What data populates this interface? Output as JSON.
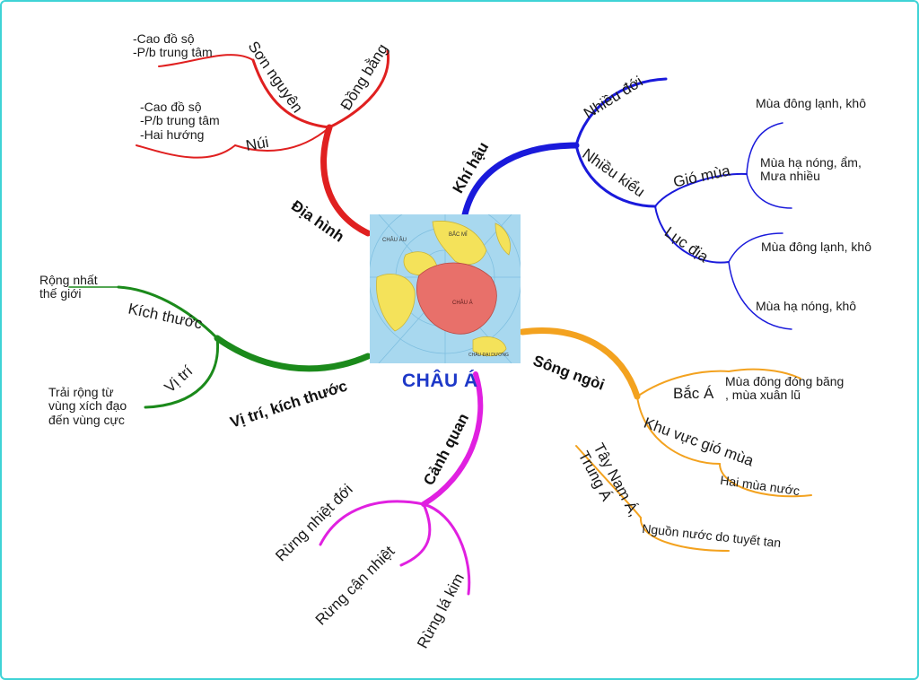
{
  "center": {
    "title": "CHÂU Á"
  },
  "colors": {
    "dia_hinh": "#e02020",
    "khi_hau": "#1a1adb",
    "song_ngoi": "#f3a21f",
    "canh_quan": "#e020e0",
    "vi_tri": "#1b8a1b",
    "frame": "#3fd3d6"
  },
  "branches": {
    "dia_hinh": {
      "label": "Địa hình",
      "son_nguyen": {
        "label": "Sơn nguyên",
        "notes": "-Cao đồ sộ\n-P/b trung tâm"
      },
      "dong_bang": {
        "label": "Đồng bằng"
      },
      "nui": {
        "label": "Núi",
        "notes": "-Cao đồ sộ\n-P/b trung tâm\n-Hai hướng"
      }
    },
    "khi_hau": {
      "label": "Khí hậu",
      "nhieu_doi": {
        "label": "Nhiều đới"
      },
      "nhieu_kieu": {
        "label": "Nhiều kiểu"
      },
      "gio_mua": {
        "label": "Gió mùa",
        "dong": "Mùa đông lạnh, khô",
        "ha": "Mùa hạ nóng, ẩm,\nMưa nhiều"
      },
      "luc_dia": {
        "label": "Lục địa",
        "dong": "Mùa đông lạnh, khô",
        "ha": "Mùa hạ nóng, khô"
      }
    },
    "song_ngoi": {
      "label": "Sông ngòi",
      "bac_a": {
        "label": "Bắc Á",
        "note": "Mùa đông đóng băng\n, mùa xuân lũ"
      },
      "gio_mua": {
        "label": "Khu vực gió mùa",
        "note": "Hai mùa nước"
      },
      "tay_nam_a": {
        "label": "Tây Nam Á,\nTrung Á",
        "note": "Nguồn nước do tuyết tan"
      }
    },
    "canh_quan": {
      "label": "Cảnh quan",
      "items": [
        "Rừng nhiệt đới",
        "Rừng cận nhiệt",
        "Rừng lá kim"
      ]
    },
    "vi_tri": {
      "label": "Vị trí, kích thước",
      "kich_thuoc": {
        "label": "Kích thước",
        "note": "Rộng nhất\nthế giới"
      },
      "vi_tri": {
        "label": "Vị trí",
        "note": "Trải rộng từ\nvùng xích đạo\nđến vùng cực"
      }
    }
  },
  "map": {
    "labels": [
      "CHÂU Á",
      "CHÂU ÂU",
      "BẮC MĨ",
      "CHÂU ĐẠI DƯƠNG"
    ],
    "colors": {
      "ocean": "#a8d8ef",
      "asia": "#e8706a",
      "other": "#f4e25a"
    }
  }
}
